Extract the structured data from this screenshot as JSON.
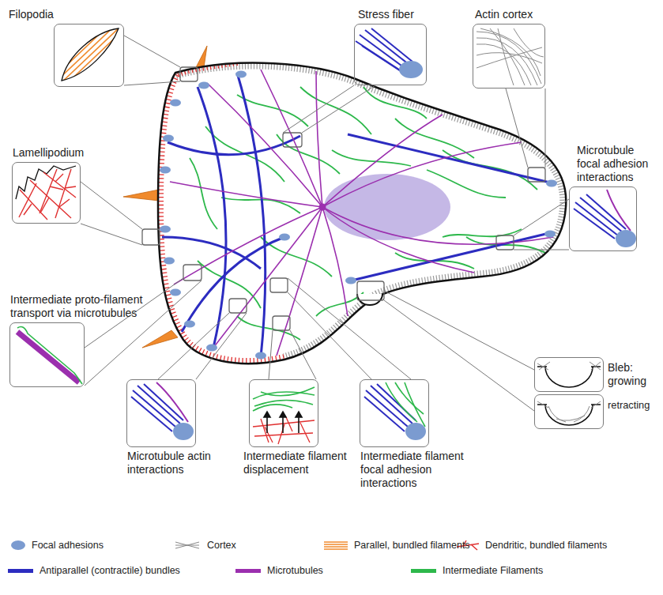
{
  "diagram": {
    "nodes": [
      {
        "text": [
          "Filopodia"
        ]
      },
      {
        "text": [
          "Stress fiber"
        ]
      },
      {
        "text": [
          "Actin cortex"
        ]
      },
      {
        "text": [
          "Lamellipodium"
        ]
      },
      {
        "text": [
          "Microtubule focal adhesion interactions"
        ]
      },
      {
        "text": [
          "Intermediate proto-filament transport via microtubules"
        ]
      },
      {
        "text": [
          "Bleb: growing"
        ]
      },
      {
        "text": [
          "retracting"
        ]
      },
      {
        "text": [
          "Microtubule actin interactions"
        ]
      },
      {
        "text": [
          "Intermediate filament displacement"
        ]
      },
      {
        "text": [
          "Intermediate filament focal adhesion interactions"
        ]
      }
    ],
    "legend": [
      {
        "text": "Focal adhesions",
        "color": "#7b9bd0"
      },
      {
        "text": "Cortex"
      },
      {
        "text": "Parallel, bundled filaments"
      },
      {
        "text": "Dendritic, bundled filaments"
      },
      {
        "text": "Antiparallel (contractile) bundles",
        "color": "#2c2cc0"
      },
      {
        "text": "Microtubules",
        "color": "#9b2fae"
      },
      {
        "text": "Intermediate Filaments",
        "color": "#2db84b"
      }
    ]
  }
}
